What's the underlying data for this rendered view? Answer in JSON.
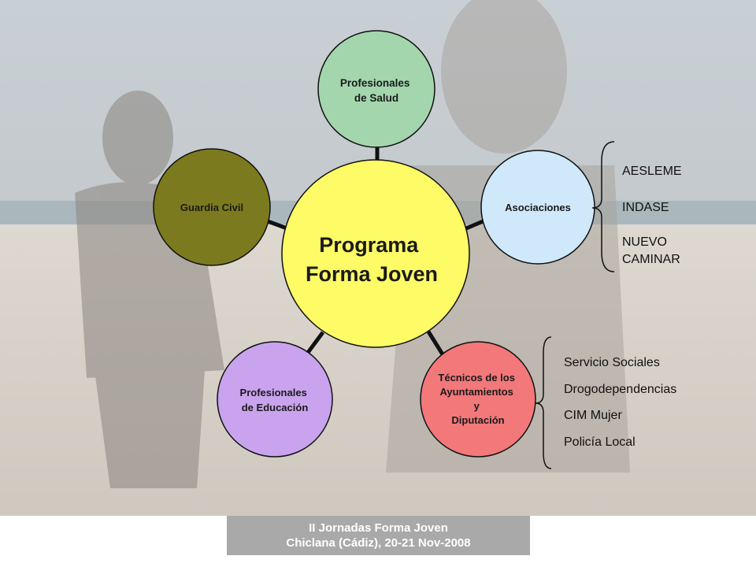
{
  "diagram": {
    "center": {
      "lines": [
        "Programa",
        "Forma Joven"
      ]
    },
    "nodes": [
      {
        "id": "salud",
        "lines": [
          "Profesionales",
          "de Salud"
        ],
        "fill": "#a3d6ad"
      },
      {
        "id": "asociaciones",
        "lines": [
          "Asociaciones"
        ],
        "fill": "#cfe9fb"
      },
      {
        "id": "tecnicos",
        "lines": [
          "Técnicos de los",
          "Ayuntamientos",
          "y",
          "Diputación"
        ],
        "fill": "#f2787a"
      },
      {
        "id": "educacion",
        "lines": [
          "Profesionales",
          "de Educación"
        ],
        "fill": "#c9a3ee"
      },
      {
        "id": "guardia",
        "lines": [
          "Guardia Civil"
        ],
        "fill": "#7c7a1e"
      }
    ],
    "center_fill": "#fdfb66",
    "connector_color": "#111111",
    "asociaciones_list": [
      "AESLEME",
      "INDASE",
      "NUEVO CAMINAR"
    ],
    "tecnicos_list": [
      "Servicio Sociales",
      "Drogodependencias",
      "CIM Mujer",
      "Policía Local"
    ]
  },
  "footer": {
    "line1": "II Jornadas Forma Joven",
    "line2": "Chiclana (Cádiz), 20-21 Nov-2008"
  }
}
